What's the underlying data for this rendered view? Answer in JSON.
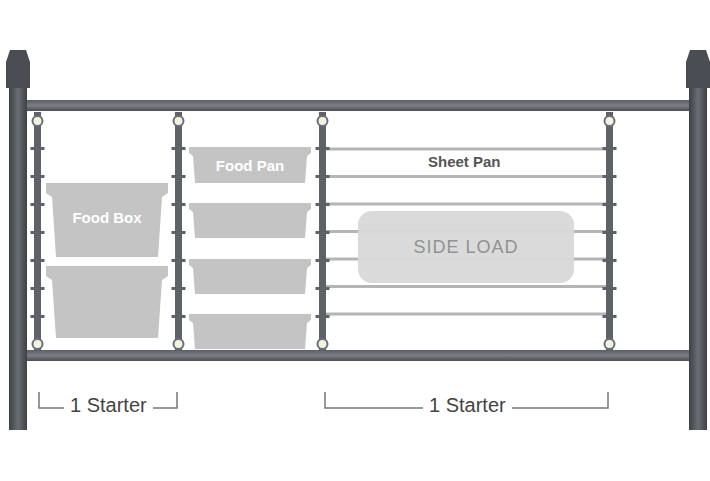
{
  "diagram": {
    "nodes": [
      {
        "text": [
          "Food Box"
        ]
      },
      {
        "text": [
          "Food Pan"
        ]
      },
      {
        "text": [
          "SIDE LOAD"
        ]
      }
    ],
    "labels": [
      "Sheet Pan",
      "1 Starter",
      "1 Starter"
    ]
  }
}
